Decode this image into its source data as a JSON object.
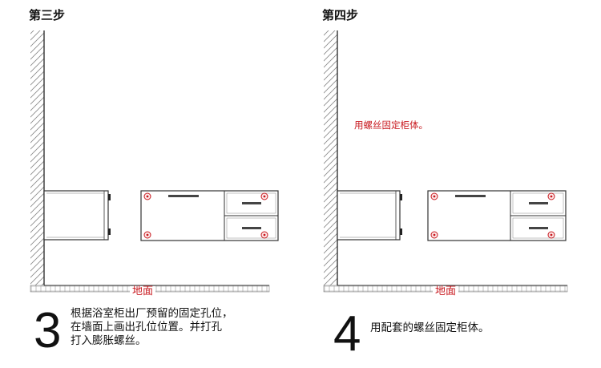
{
  "panels": [
    {
      "title": "第三步",
      "floor_label": "地面",
      "step_number": "3",
      "caption_lines": [
        "根据浴室柜出厂预留的固定孔位，",
        "在墙面上画出孔位位置。并打孔",
        "打入膨胀螺丝。"
      ]
    },
    {
      "title": "第四步",
      "floor_label": "地面",
      "note": "用螺丝固定柜体。",
      "step_number": "4",
      "caption_lines": [
        "用配套的螺丝固定柜体。"
      ]
    }
  ],
  "colors": {
    "marker_red": "#c8181e",
    "line": "#333333",
    "hatch": "#777777"
  }
}
